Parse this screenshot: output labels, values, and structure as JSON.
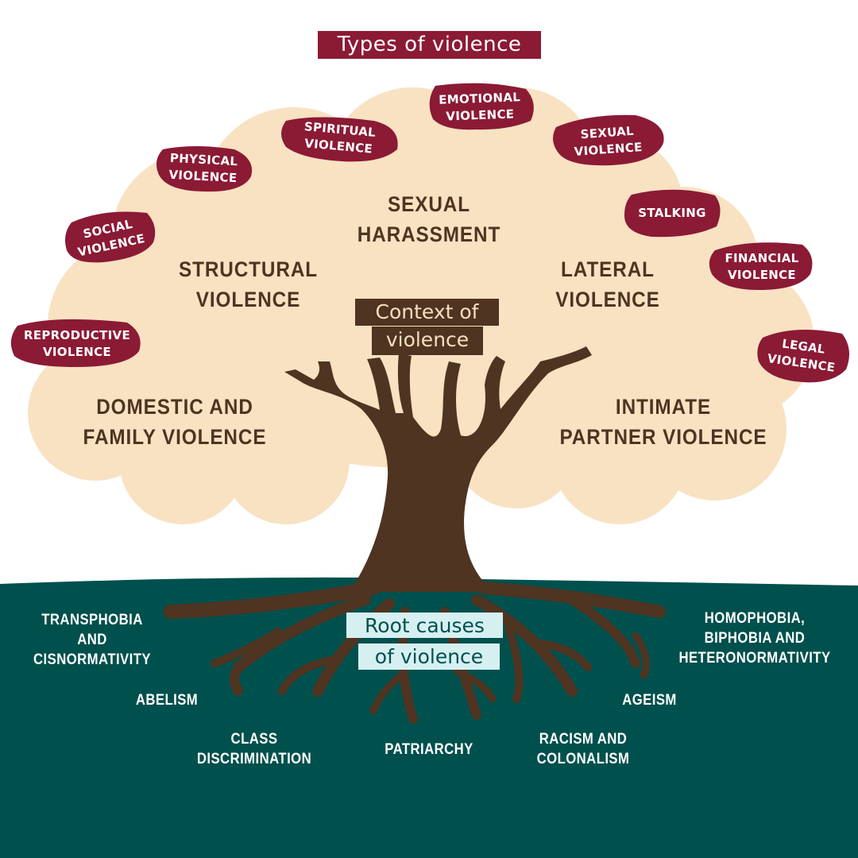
{
  "title": "Types of violence",
  "context_label": [
    "Context of",
    "violence"
  ],
  "root_label": [
    "Root causes",
    "of violence"
  ],
  "leaves": [
    {
      "name": "emotional-violence-leaf",
      "lines": [
        "EMOTIONAL",
        "VIOLENCE"
      ]
    },
    {
      "name": "spiritual-violence-leaf",
      "lines": [
        "SPIRITUAL",
        "VIOLENCE"
      ]
    },
    {
      "name": "sexual-violence-leaf",
      "lines": [
        "SEXUAL",
        "VIOLENCE"
      ]
    },
    {
      "name": "physical-violence-leaf",
      "lines": [
        "PHYSICAL",
        "VIOLENCE"
      ]
    },
    {
      "name": "stalking-leaf",
      "lines": [
        "STALKING"
      ]
    },
    {
      "name": "social-violence-leaf",
      "lines": [
        "SOCIAL",
        "VIOLENCE"
      ]
    },
    {
      "name": "financial-violence-leaf",
      "lines": [
        "FINANCIAL",
        "VIOLENCE"
      ]
    },
    {
      "name": "reproductive-violence-leaf",
      "lines": [
        "REPRODUCTIVE",
        "VIOLENCE"
      ]
    },
    {
      "name": "legal-violence-leaf",
      "lines": [
        "LEGAL",
        "VIOLENCE"
      ]
    }
  ],
  "canopy_labels": [
    {
      "name": "sexual-harassment-label",
      "lines": [
        "SEXUAL",
        "HARASSMENT"
      ]
    },
    {
      "name": "structural-violence-label",
      "lines": [
        "STRUCTURAL",
        "VIOLENCE"
      ]
    },
    {
      "name": "lateral-violence-label",
      "lines": [
        "LATERAL",
        "VIOLENCE"
      ]
    },
    {
      "name": "domestic-family-violence-label",
      "lines": [
        "DOMESTIC AND",
        "FAMILY VIOLENCE"
      ]
    },
    {
      "name": "intimate-partner-violence-label",
      "lines": [
        "INTIMATE",
        "PARTNER VIOLENCE"
      ]
    }
  ],
  "root_causes": [
    {
      "name": "transphobia-label",
      "lines": [
        "TRANSPHOBIA",
        "AND",
        "CISNORMATIVITY"
      ]
    },
    {
      "name": "homophobia-label",
      "lines": [
        "HOMOPHOBIA,",
        "BIPHOBIA AND",
        "HETERONORMATIVITY"
      ]
    },
    {
      "name": "abelism-label",
      "lines": [
        "ABELISM"
      ]
    },
    {
      "name": "ageism-label",
      "lines": [
        "AGEISM"
      ]
    },
    {
      "name": "class-discrimination-label",
      "lines": [
        "CLASS",
        "DISCRIMINATION"
      ]
    },
    {
      "name": "patriarchy-label",
      "lines": [
        "PATRIARCHY"
      ]
    },
    {
      "name": "racism-colonialism-label",
      "lines": [
        "RACISM AND",
        "COLONALISM"
      ]
    }
  ],
  "colors": {
    "maroon": "#8b1a35",
    "canopy": "#f8e2c2",
    "trunk": "#4f3421",
    "ground": "#00504d",
    "root_label_bg": "#d6f0f2"
  }
}
